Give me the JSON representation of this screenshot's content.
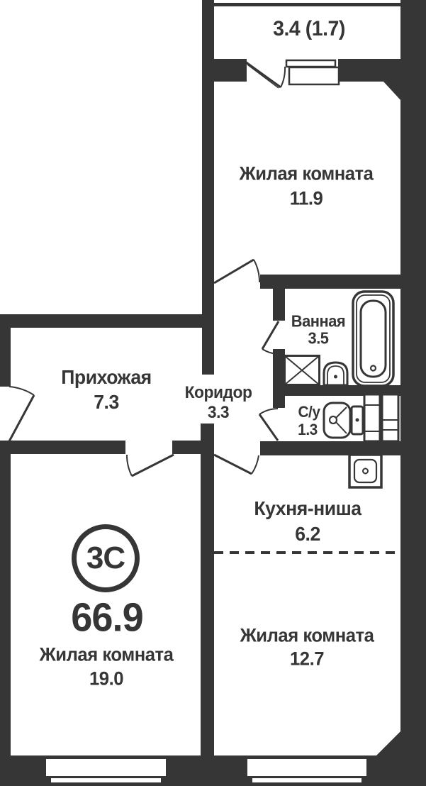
{
  "floor_plan": {
    "type_badge": "3С",
    "total_area": "66.9",
    "balcony": {
      "area_label": "3.4 (1.7)"
    },
    "rooms": [
      {
        "id": "living-1",
        "name": "Жилая комната",
        "area": "11.9"
      },
      {
        "id": "bathroom",
        "name": "Ванная",
        "area": "3.5"
      },
      {
        "id": "hallway",
        "name": "Прихожая",
        "area": "7.3"
      },
      {
        "id": "corridor",
        "name": "Коридор",
        "area": "3.3"
      },
      {
        "id": "wc",
        "name": "С/у",
        "area": "1.3"
      },
      {
        "id": "kitchen-niche",
        "name": "Кухня-ниша",
        "area": "6.2"
      },
      {
        "id": "living-2",
        "name": "Жилая комната",
        "area": "12.7"
      },
      {
        "id": "living-3",
        "name": "Жилая комната",
        "area": "19.0"
      }
    ],
    "icons": [
      "bathtub-icon",
      "washbasin-icon",
      "shower-tray-icon",
      "toilet-icon",
      "storage-shelf-icon",
      "kitchen-sink-icon",
      "door-swing-icon",
      "window-icon"
    ],
    "colors": {
      "wall": "#363636",
      "room_fill": "#ffffff",
      "text": "#363636"
    }
  }
}
